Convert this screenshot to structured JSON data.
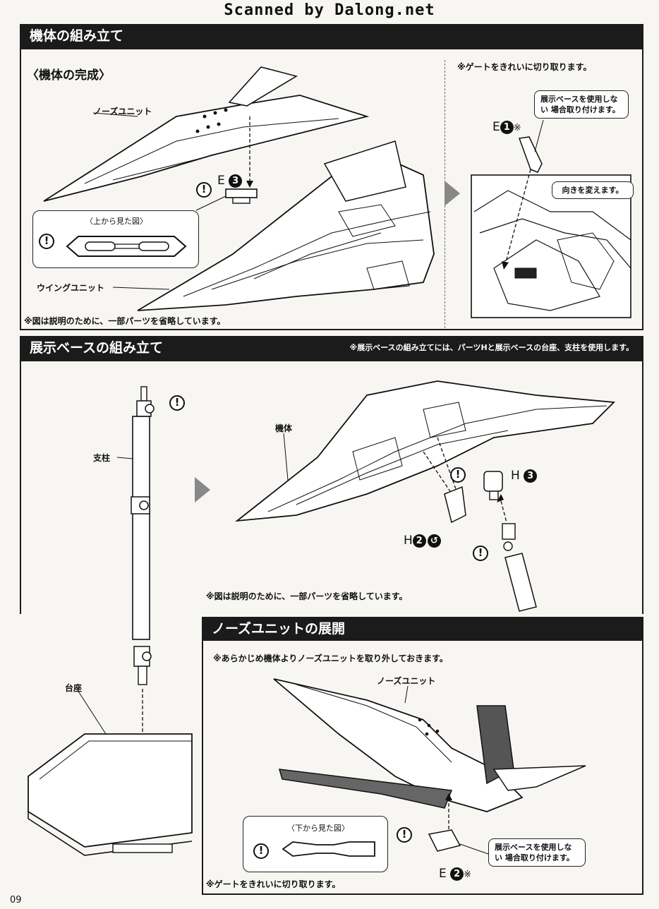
{
  "watermark": "Scanned by Dalong.net",
  "section1": {
    "title": "機体の組み立て",
    "subtitle": "〈機体の完成〉",
    "nose_unit_label": "ノーズユニット",
    "wing_unit_label": "ウイングユニット",
    "top_view_label": "〈上から見た図〉",
    "part_e3": "E",
    "part_e3_num": "3",
    "note_omit": "※図は説明のために、一部パーツを省略しています。",
    "gate_note": "※ゲートをきれいに切り取ります。",
    "part_e1": "E",
    "part_e1_num": "1",
    "part_e1_mark": "※",
    "callout_base": "展示ベースを使用しない 場合取り付けます。",
    "callout_rotate": "向きを変えます。"
  },
  "section2": {
    "title": "展示ベースの組み立て",
    "note_right": "※展示ベースの組み立てには、パーツHと展示ベースの台座、支柱を使用します。",
    "pillar_label": "支柱",
    "base_label": "台座",
    "body_label": "機体",
    "part_h3": "H",
    "part_h3_num": "3",
    "part_h2": "H",
    "part_h2_num": "2",
    "note_omit": "※図は説明のために、一部パーツを省略しています。"
  },
  "section3": {
    "title": "ノーズユニットの展開",
    "note_remove": "※あらかじめ機体よりノーズユニットを取り外しておきます。",
    "nose_unit_label": "ノーズユニット",
    "bottom_view_label": "〈下から見た図〉",
    "gate_note": "※ゲートをきれいに切り取ります。",
    "callout_base": "展示ベースを使用しない 場合取り付けます。",
    "part_e2": "E",
    "part_e2_num": "2",
    "part_e2_mark": "※"
  },
  "page_number": "09",
  "colors": {
    "bar": "#1b1b1b",
    "paper": "#f7f6f3",
    "arrow": "#888888"
  }
}
